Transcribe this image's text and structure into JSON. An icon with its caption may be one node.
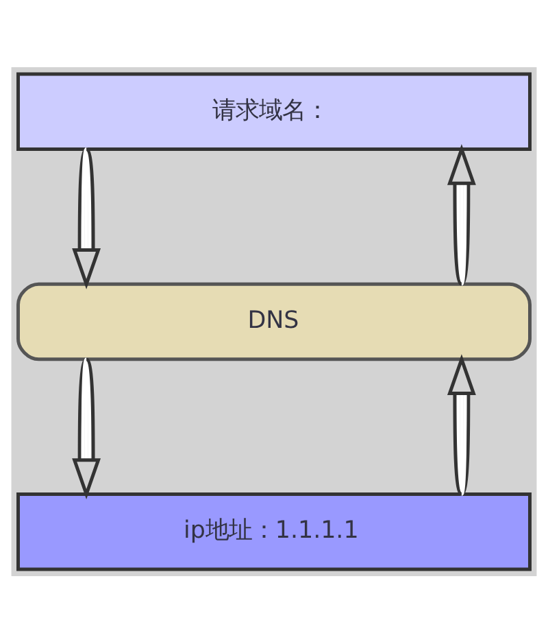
{
  "diagram": {
    "nodes": [
      {
        "text": [
          "请求域名："
        ]
      },
      {
        "text": [
          "DNS"
        ]
      },
      {
        "text": [
          "ip地址：1.1.1.1"
        ]
      }
    ],
    "edges": [
      {
        "from": 0,
        "to": 1,
        "arrow": "to"
      },
      {
        "from": 1,
        "to": 0,
        "arrow": "to"
      },
      {
        "from": 1,
        "to": 2,
        "arrow": "to"
      },
      {
        "from": 2,
        "to": 1,
        "arrow": "to"
      }
    ]
  }
}
